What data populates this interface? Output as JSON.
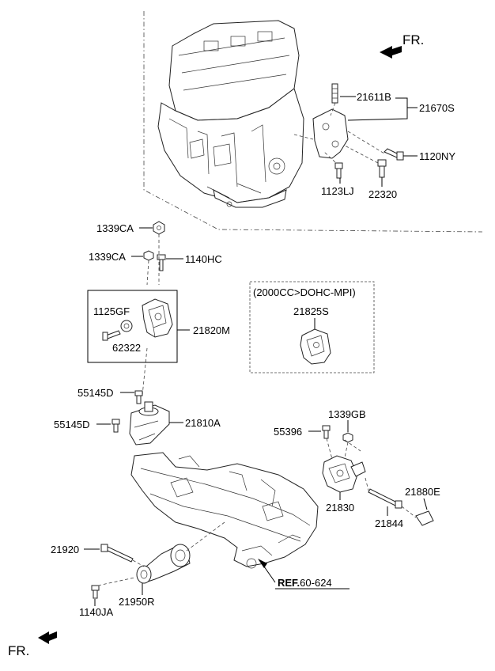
{
  "direction_top": "FR.",
  "direction_bottom": "FR.",
  "variant_note": "(2000CC>DOHC-MPI)",
  "reference": {
    "prefix": "REF.",
    "number": "60-624"
  },
  "callouts": {
    "c21611B": "21611B",
    "c21670S": "21670S",
    "c1120NY": "1120NY",
    "c1123LJ": "1123LJ",
    "c22320": "22320",
    "c1339CA_a": "1339CA",
    "c1339CA_b": "1339CA",
    "c1140HC": "1140HC",
    "c1125GF": "1125GF",
    "c62322": "62322",
    "c21820M": "21820M",
    "c21825S": "21825S",
    "c55145D_a": "55145D",
    "c55145D_b": "55145D",
    "c21810A": "21810A",
    "c1339GB": "1339GB",
    "c55396": "55396",
    "c21880E": "21880E",
    "c21830": "21830",
    "c21844": "21844",
    "c21920": "21920",
    "c21950R": "21950R",
    "c1140JA": "1140JA"
  }
}
